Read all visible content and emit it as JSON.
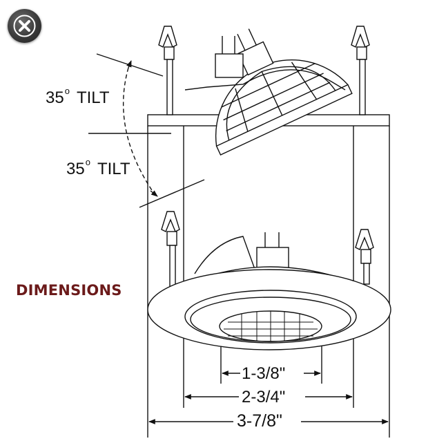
{
  "close_button": {
    "icon": "close-icon"
  },
  "title": {
    "text": "DIMENSIONS",
    "color": "#6b1a1a"
  },
  "tilt": {
    "top": {
      "number": "35",
      "degree": "o",
      "word": "TILT"
    },
    "bottom": {
      "number": "35",
      "degree": "o",
      "word": "TILT"
    }
  },
  "dimensions": {
    "inner": "1-3/8\"",
    "middle": "2-3/4\"",
    "outer": "3-7/8\""
  }
}
